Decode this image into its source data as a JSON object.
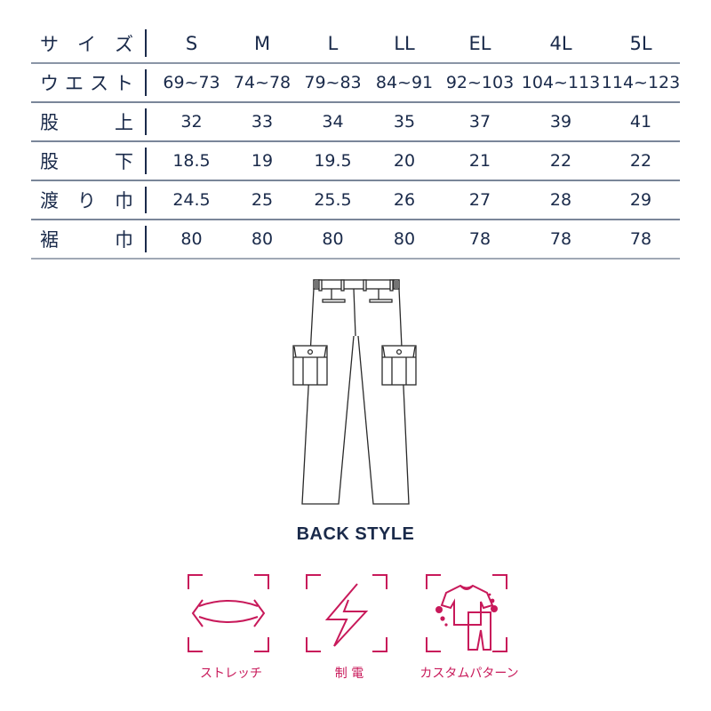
{
  "size_table": {
    "header": {
      "label_chars": [
        "サ",
        "イ",
        "ズ"
      ],
      "sizes": [
        "S",
        "M",
        "L",
        "LL",
        "EL",
        "4L",
        "5L"
      ]
    },
    "rows": [
      {
        "label_chars": [
          "ウ",
          "エ",
          "ス",
          "ト"
        ],
        "values": [
          "69~73",
          "74~78",
          "79~83",
          "84~91",
          "92~103",
          "104~113",
          "114~123"
        ]
      },
      {
        "label_chars": [
          "股",
          "上"
        ],
        "values": [
          "32",
          "33",
          "34",
          "35",
          "37",
          "39",
          "41"
        ]
      },
      {
        "label_chars": [
          "股",
          "下"
        ],
        "values": [
          "18.5",
          "19",
          "19.5",
          "20",
          "21",
          "22",
          "22"
        ]
      },
      {
        "label_chars": [
          "渡",
          "り",
          "巾"
        ],
        "values": [
          "24.5",
          "25",
          "25.5",
          "26",
          "27",
          "28",
          "29"
        ]
      },
      {
        "label_chars": [
          "裾",
          "巾"
        ],
        "values": [
          "80",
          "80",
          "80",
          "80",
          "78",
          "78",
          "78"
        ]
      }
    ]
  },
  "illustration": {
    "caption": "BACK STYLE",
    "icon": "pants-back-line-drawing"
  },
  "features": [
    {
      "icon": "stretch-arrows-icon",
      "label": "ストレッチ"
    },
    {
      "icon": "lightning-bolt-icon",
      "label": "制 電"
    },
    {
      "icon": "custom-pattern-clothes-icon",
      "label": "カスタムパターン"
    }
  ],
  "colors": {
    "text_navy": "#1a2a4a",
    "rule_gray": "#7a8699",
    "accent_crimson": "#c8195a"
  }
}
